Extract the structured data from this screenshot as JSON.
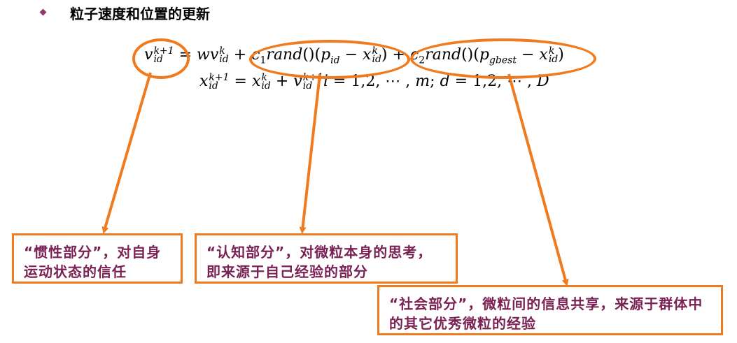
{
  "slide": {
    "title": "粒子速度和位置的更新",
    "bullet_icon": "diamond-bullet-icon"
  },
  "equation1": {
    "lhs_var": "v",
    "lhs_sup": "k+1",
    "lhs_sub": "id",
    "eq": "=",
    "w": "w",
    "term1_var": "v",
    "term1_sup": "k",
    "term1_sub": "id",
    "plus1": "+",
    "c1": "c",
    "c1_sub": "1",
    "rand1": "rand",
    "paren1": "()(",
    "p": "p",
    "p_sub": "id",
    "minus1": "−",
    "x1": "x",
    "x1_sup": "k",
    "x1_sub": "id",
    "close1": ")",
    "plus2": "+",
    "c2": "c",
    "c2_sub": "2",
    "rand2": "rand",
    "paren2": "()(",
    "pg": "p",
    "pg_sub": "gbest",
    "minus2": "−",
    "x2": "x",
    "x2_sup": "k",
    "x2_sub": "id",
    "close2": ")"
  },
  "equation2": {
    "lhs_var": "x",
    "lhs_sup": "k+1",
    "lhs_sub": "id",
    "eq": "=",
    "x": "x",
    "x_sup": "k",
    "x_sub": "id",
    "plus": "+",
    "v": "v",
    "v_sup": "k+1",
    "v_sub": "id",
    "i": "i",
    "range_i": " = 1,2, ⋯ , ",
    "m": "m",
    "semi": "; ",
    "d": "d",
    "range_d": " = 1,2, ⋯ , ",
    "D": "D"
  },
  "annotations": {
    "inertia": "“惯性部分”，对自身运动状态的信任",
    "cognitive": "“认知部分”，对微粒本身的思考，即来源于自己经验的部分",
    "social": "“社会部分”，微粒间的信息共享，来源于群体中的其它优秀微粒的经验"
  },
  "colors": {
    "accent": "#f07a1e",
    "annotation_text": "#7b2255",
    "bullet": "#8b3a6b"
  }
}
